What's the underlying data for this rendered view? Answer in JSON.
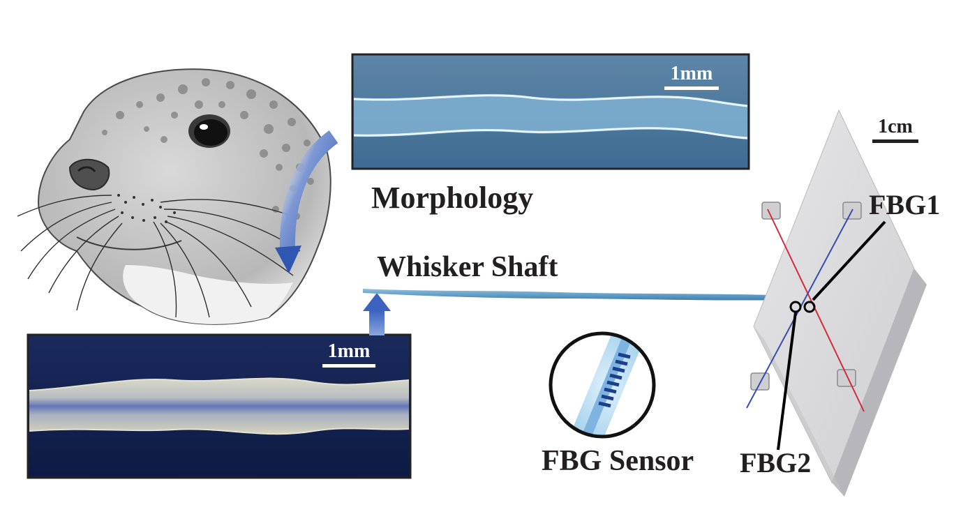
{
  "labels": {
    "morphology": "Morphology",
    "whisker_shaft": "Whisker Shaft",
    "fbg_sensor": "FBG Sensor",
    "fbg1": "FBG1",
    "fbg2": "FBG2"
  },
  "scale_bars": {
    "top_photo": "1mm",
    "bottom_photo": "1mm",
    "device": "1cm"
  },
  "colors": {
    "text": "#231f20",
    "arrow_blue": "#2f56b0",
    "fiber_red": "#d42a3a",
    "fiber_blue": "#3a4bb0",
    "plate": "#d7d7d9"
  }
}
